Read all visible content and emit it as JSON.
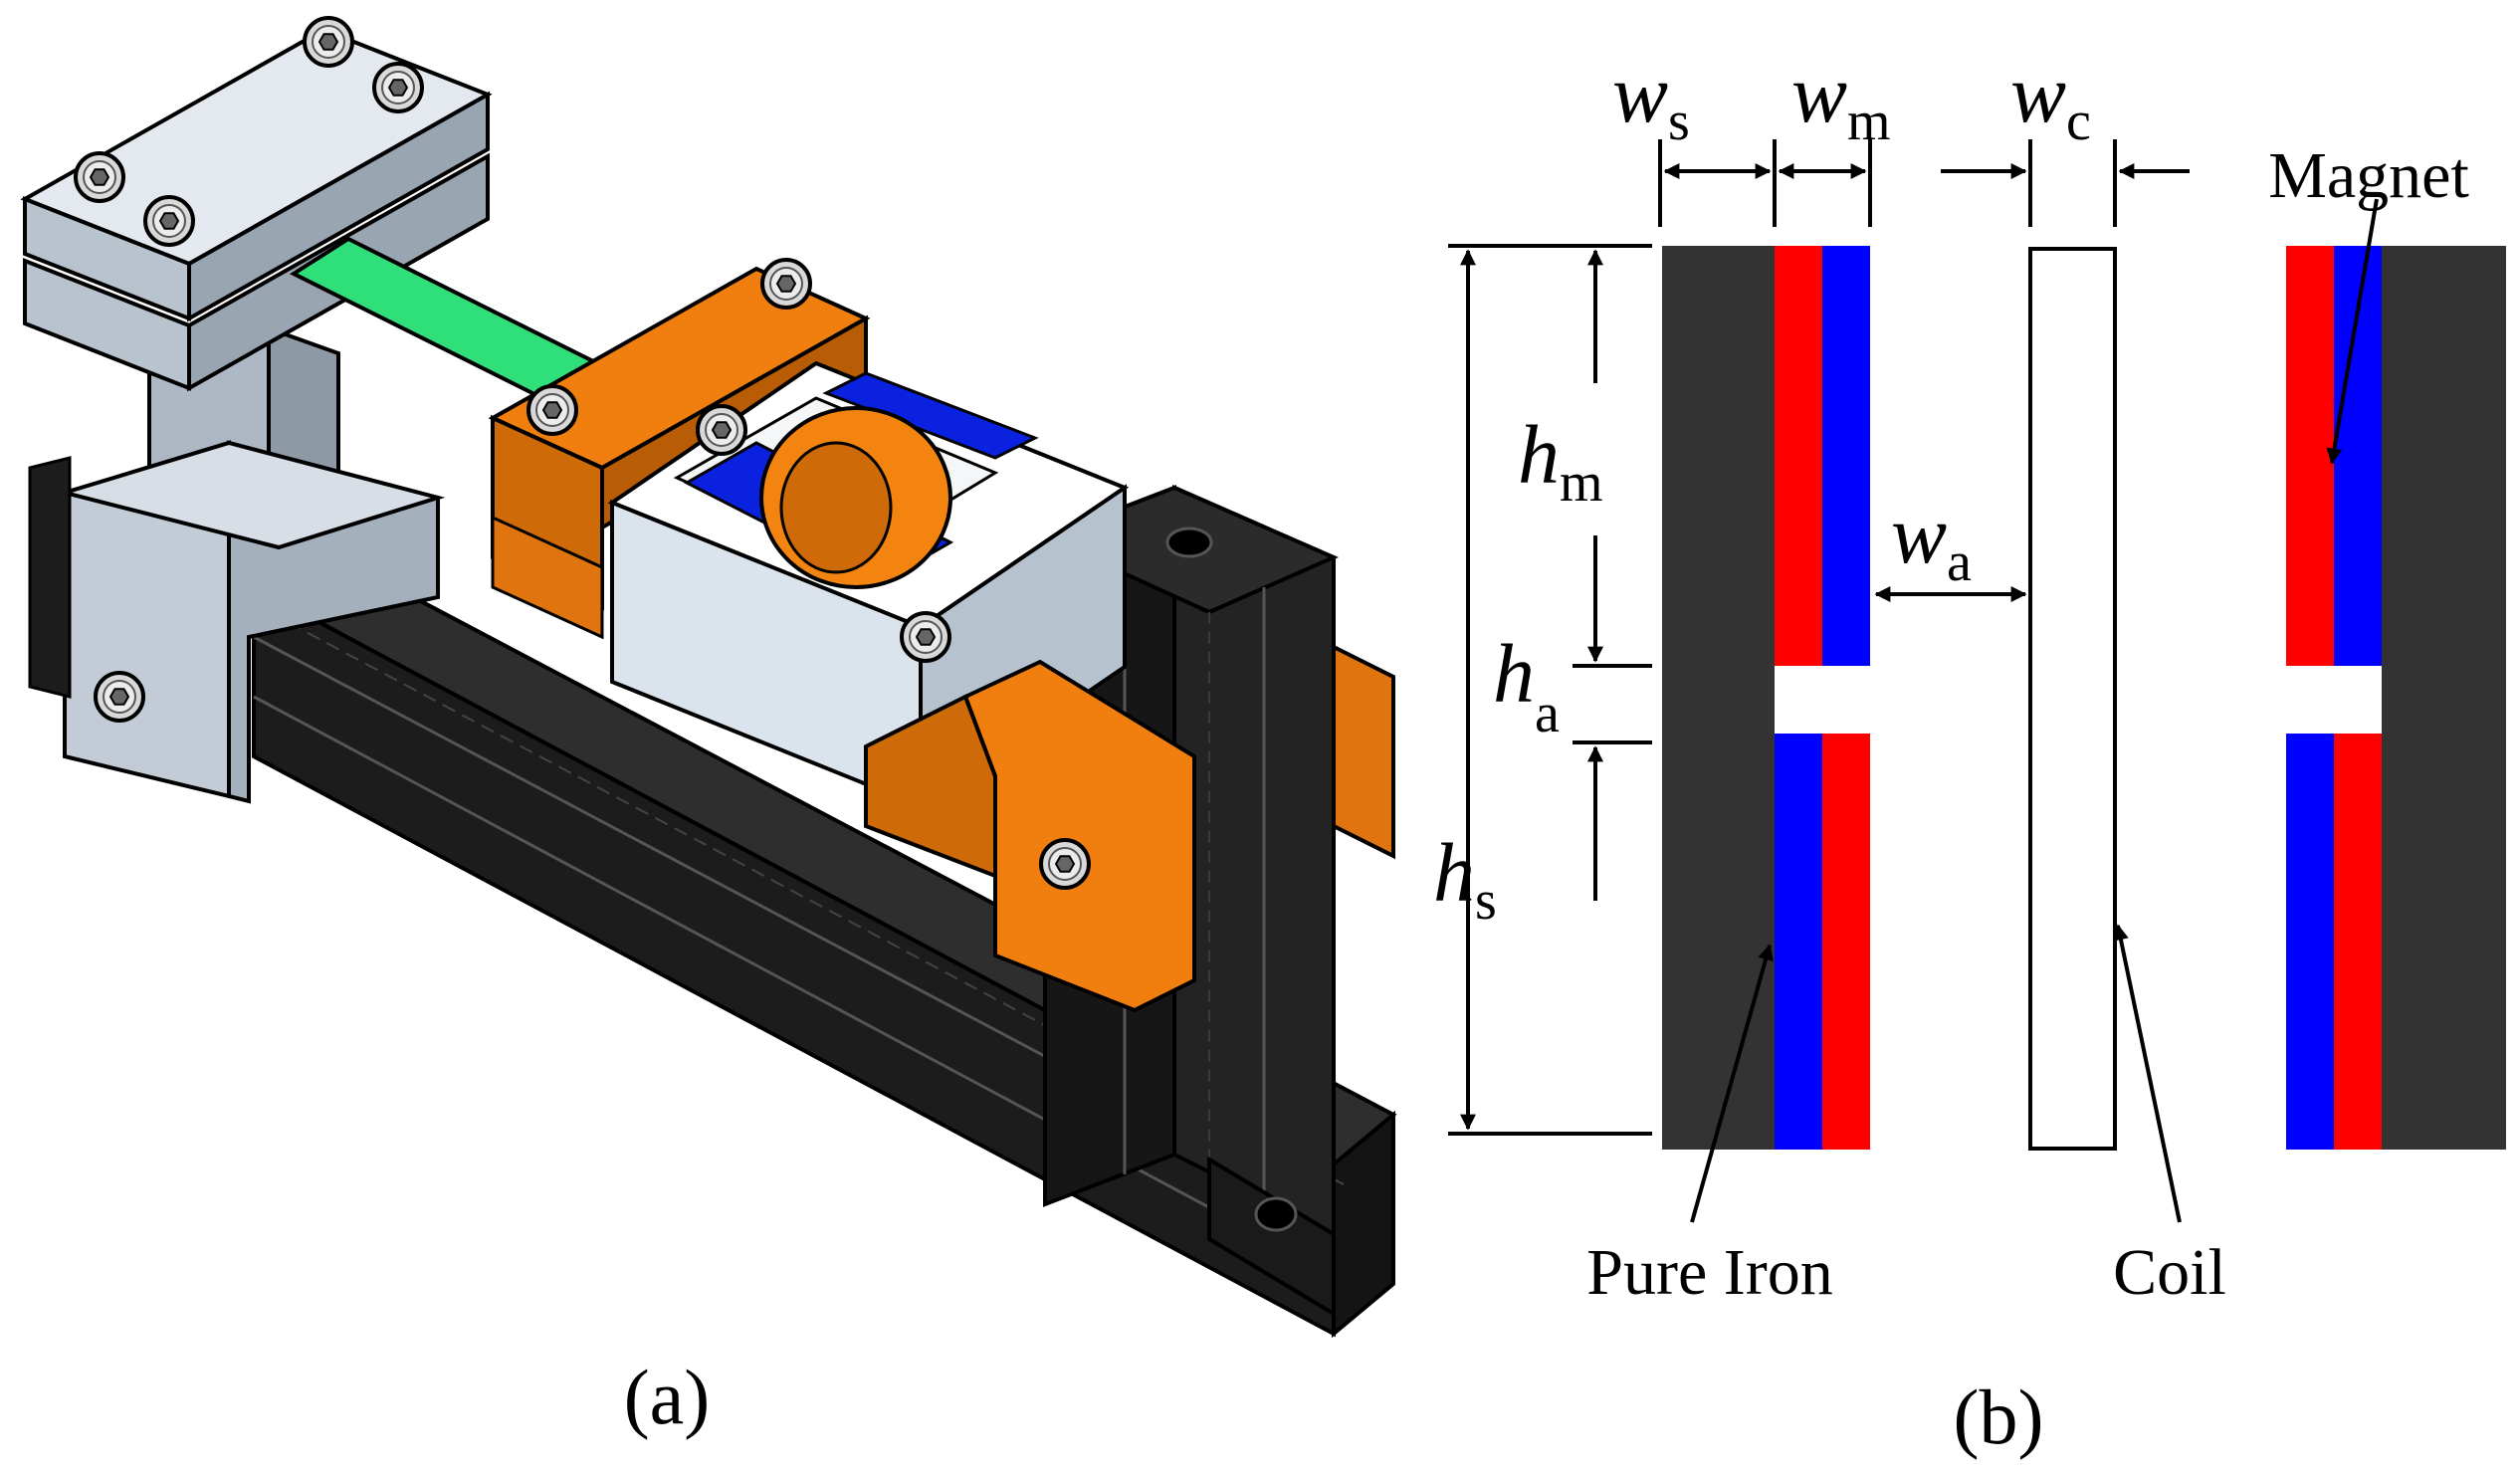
{
  "panel_a": {
    "caption": "(a)"
  },
  "panel_b": {
    "caption": "(b)",
    "dimension_labels": {
      "ws": {
        "main": "w",
        "sub": "s"
      },
      "wm": {
        "main": "w",
        "sub": "m"
      },
      "wc": {
        "main": "w",
        "sub": "c"
      },
      "wa": {
        "main": "w",
        "sub": "a"
      },
      "hm": {
        "main": "h",
        "sub": "m"
      },
      "ha": {
        "main": "h",
        "sub": "a"
      },
      "hs": {
        "main": "h",
        "sub": "s"
      }
    },
    "callouts": {
      "magnet": "Magnet",
      "pure_iron": "Pure Iron",
      "coil": "Coil"
    },
    "colors": {
      "iron": "#333333",
      "magnet_red": "#ff0000",
      "magnet_blue": "#0000ff",
      "coil_fill": "#ffffff"
    }
  },
  "icons": [
    "hex-socket-screw-icon"
  ]
}
